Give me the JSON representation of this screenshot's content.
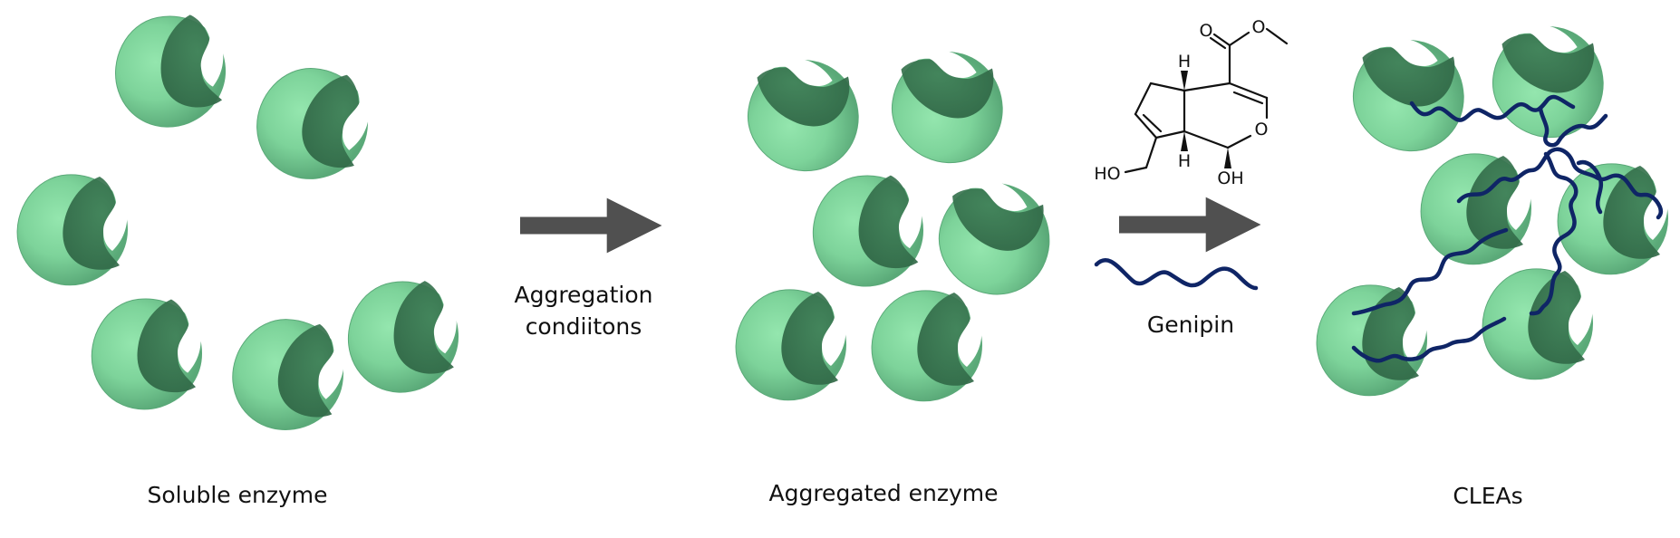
{
  "stages": {
    "soluble_label": "Soluble enzyme",
    "aggregated_label": "Aggregated enzyme",
    "cleas_label": "CLEAs"
  },
  "steps": {
    "aggregation_line1": "Aggregation",
    "aggregation_line2": "condiitons",
    "genipin_label": "Genipin"
  },
  "genipin_structure": {
    "atoms": {
      "carbonyl_o": "O",
      "ester_o": "O",
      "ring_o": "O",
      "hydroxymethyl": "HO",
      "hydroxyl": "OH",
      "h_top": "H",
      "h_bottom": "H"
    }
  },
  "colors": {
    "enzyme_light": "#8ee0a8",
    "enzyme_mid": "#66bf86",
    "enzyme_edge": "#4e9d6a",
    "enzyme_pocket": "#3c7a53",
    "crosslinker": "#0f2566",
    "arrow": "#505050",
    "text": "#111111"
  }
}
